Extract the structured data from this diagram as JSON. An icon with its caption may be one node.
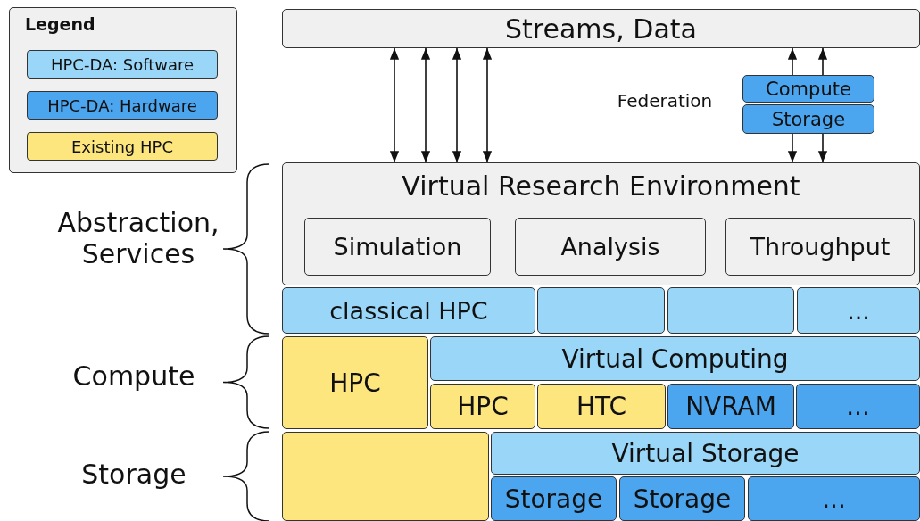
{
  "diagram": {
    "nodes": [
      {
        "text": [
          "Streams, Data"
        ]
      },
      {
        "text": [
          "Compute"
        ]
      },
      {
        "text": [
          "Storage"
        ]
      },
      {
        "text": [
          "Virtual Research Environment"
        ]
      },
      {
        "text": [
          "Simulation"
        ],
        "in": 3
      },
      {
        "text": [
          "Analysis"
        ],
        "in": 3
      },
      {
        "text": [
          "Throughput"
        ],
        "in": 3
      },
      {
        "text": [
          "classical HPC"
        ]
      },
      {
        "text": [],
        "shape": "box"
      },
      {
        "text": [],
        "shape": "box"
      },
      {
        "text": [
          "..."
        ]
      },
      {
        "text": [
          "HPC"
        ]
      },
      {
        "text": [
          "Virtual Computing"
        ]
      },
      {
        "text": [
          "HPC"
        ]
      },
      {
        "text": [
          "HTC"
        ]
      },
      {
        "text": [
          "NVRAM"
        ]
      },
      {
        "text": [
          "..."
        ]
      },
      {
        "text": [],
        "shape": "box"
      },
      {
        "text": [
          "Virtual Storage"
        ]
      },
      {
        "text": [
          "Storage"
        ]
      },
      {
        "text": [
          "Storage"
        ]
      },
      {
        "text": [
          "..."
        ]
      }
    ],
    "edges": [
      {
        "from": 0,
        "to": 3,
        "arrow": "both"
      },
      {
        "from": 0,
        "to": 3,
        "arrow": "both"
      },
      {
        "from": 0,
        "to": 3,
        "arrow": "both"
      },
      {
        "from": 0,
        "to": 3,
        "arrow": "both"
      },
      {
        "from": 1,
        "to": 0,
        "arrow": "to"
      },
      {
        "from": 1,
        "to": 0,
        "arrow": "to"
      },
      {
        "from": 2,
        "to": 3,
        "arrow": "to"
      },
      {
        "from": 2,
        "to": 3,
        "arrow": "to"
      }
    ],
    "labels": [
      "Legend",
      "Federation",
      "Abstraction, Services",
      "Compute",
      "Storage"
    ],
    "legend": [
      {
        "text": "HPC-DA: Software",
        "color": "#99d6f7"
      },
      {
        "text": "HPC-DA: Hardware",
        "color": "#4ba6ef"
      },
      {
        "text": "Existing HPC",
        "color": "#fde67e"
      }
    ]
  }
}
